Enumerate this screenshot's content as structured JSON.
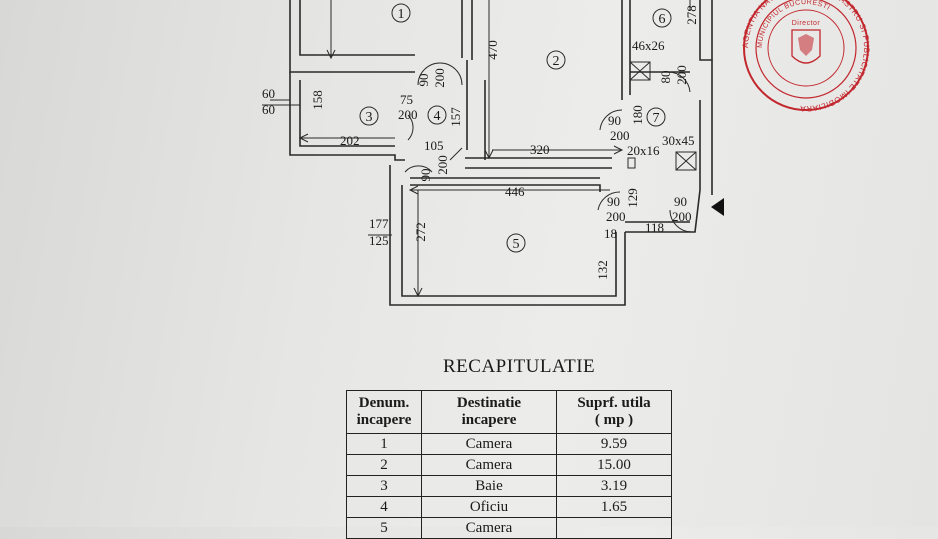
{
  "plan": {
    "room_numbers": [
      "1",
      "2",
      "3",
      "4",
      "5",
      "6",
      "7"
    ],
    "dimensions": {
      "d470": "470",
      "d278": "278",
      "d46x26": "46x26",
      "d60a": "60",
      "d60b": "60",
      "d158": "158",
      "d90_200_a": "90",
      "d90_200_a2": "200",
      "d75": "75",
      "d200_a": "200",
      "d157": "157",
      "d202": "202",
      "d105": "105",
      "d320": "320",
      "d90_r7": "90",
      "d200_r7": "200",
      "d180": "180",
      "d80": "80",
      "d200_r6": "200",
      "d30x45": "30x45",
      "d20x16": "20x16",
      "d90_b": "90",
      "d200_b": "200",
      "d446": "446",
      "d129": "129",
      "d90_c": "90",
      "d200_c": "200",
      "d90_d": "90",
      "d200_d": "200",
      "d118": "118",
      "d177": "177",
      "d125": "125",
      "d272": "272",
      "d18": "18",
      "d132": "132"
    }
  },
  "stamp": {
    "outer_text": "AGENTIA NATIONALA DE CADASTRU SI PUBLICITATE IMOBILIARA",
    "inner_text": "MUNICIPIUL BUCURESTI",
    "center_text": "Director",
    "color": "#c2272d"
  },
  "recap": {
    "title": "RECAPITULATIE",
    "headers": {
      "col1": [
        "Denum.",
        "incapere"
      ],
      "col2": [
        "Destinatie",
        "incapere"
      ],
      "col3": [
        "Suprf. utila",
        "( mp )"
      ]
    },
    "rows": [
      {
        "num": "1",
        "dest": "Camera",
        "area": "9.59"
      },
      {
        "num": "2",
        "dest": "Camera",
        "area": "15.00"
      },
      {
        "num": "3",
        "dest": "Baie",
        "area": "3.19"
      },
      {
        "num": "4",
        "dest": "Oficiu",
        "area": "1.65"
      },
      {
        "num": "5",
        "dest": "Camera",
        "area": ""
      }
    ]
  }
}
